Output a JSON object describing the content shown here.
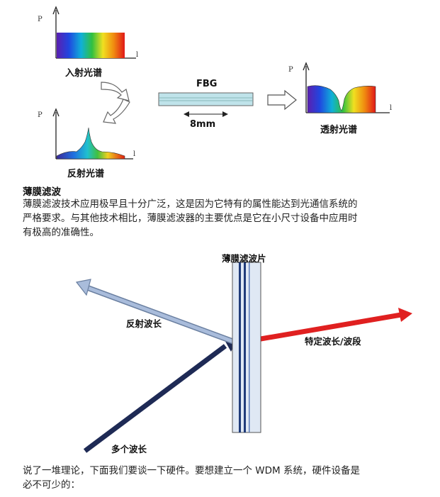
{
  "figure1": {
    "axis_p": "P",
    "axis_l": "l",
    "incident_label": "入射光谱",
    "reflected_label": "反射光谱",
    "transmitted_label": "透射光谱",
    "fbg_label": "FBG",
    "length_label": "8mm"
  },
  "section": {
    "heading": "薄膜滤波",
    "para1_line1": "薄膜滤波技术应用极早且十分广泛，这是因为它特有的属性能达到光通信系统的",
    "para1_line2": "严格要求。与其他技术相比，薄膜滤波器的主要优点是它在小尺寸设备中应用时",
    "para1_line3": "有极高的准确性。"
  },
  "figure2": {
    "filter_label": "薄膜滤波片",
    "reflected_label": "反射波长",
    "specific_label": "特定波长/波段",
    "multi_label": "多个波长"
  },
  "closing": {
    "line1": "说了一堆理论，下面我们要谈一下硬件。要想建立一个 WDM 系统，硬件设备是",
    "line2": "必不可少的："
  },
  "colors": {
    "reflect_arrow": "#9fb3d3",
    "transmit_arrow": "#e02020",
    "incident_arrow": "#1e2a55",
    "fbg_fill": "#bfe3ea"
  }
}
